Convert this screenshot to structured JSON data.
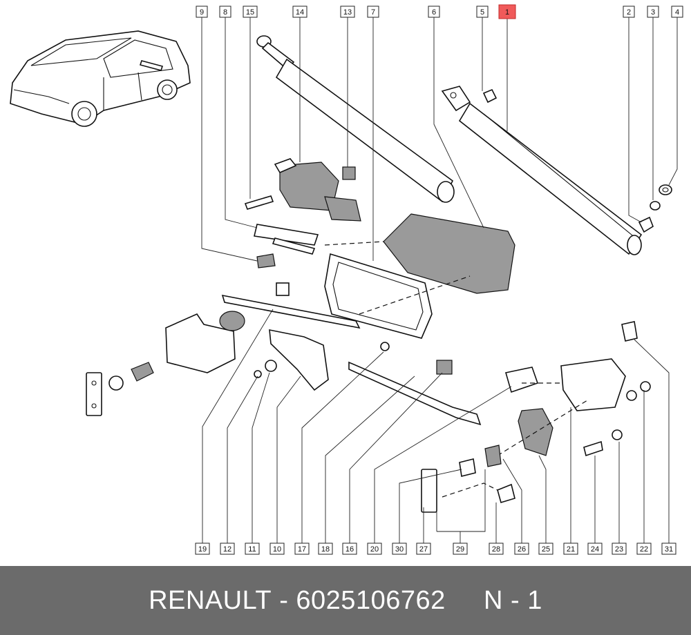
{
  "footer": {
    "brand": "RENAULT",
    "separator": "-",
    "part_number": "6025106762",
    "page_label": "N - 1"
  },
  "highlight_color": "#f05a5a",
  "callouts": {
    "top": [
      "9",
      "8",
      "15",
      "14",
      "13",
      "7",
      "6",
      "5",
      "1",
      "2",
      "3",
      "4"
    ],
    "bottom": [
      "19",
      "12",
      "11",
      "10",
      "17",
      "18",
      "16",
      "20",
      "30",
      "27",
      "29",
      "28",
      "26",
      "25",
      "21",
      "24",
      "23",
      "22",
      "31"
    ],
    "highlighted": "1"
  }
}
